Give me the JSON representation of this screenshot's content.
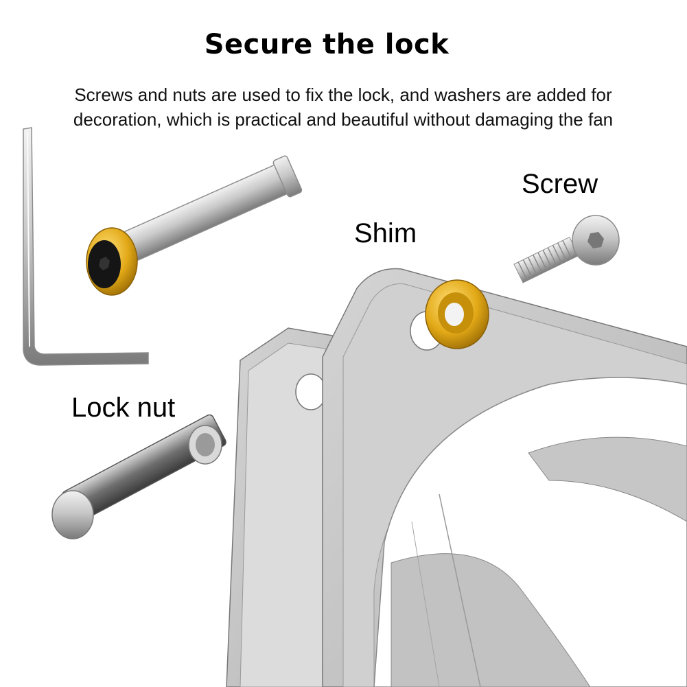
{
  "heading": {
    "title": "Secure the lock",
    "subtitle_line1": "Screws and nuts are used to fix the lock, and washers are added for",
    "subtitle_line2": "decoration, which is practical and beautiful without damaging the fan"
  },
  "labels": {
    "screw": "Screw",
    "shim": "Shim",
    "lock_nut": "Lock nut"
  },
  "colors": {
    "gold": "#e2a917",
    "fan_gray": "#c9c9c9",
    "steel": "#b8b8b8"
  }
}
